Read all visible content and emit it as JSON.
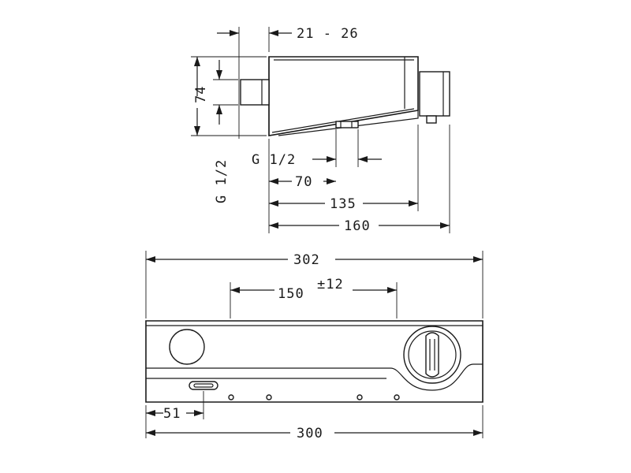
{
  "side_view": {
    "dim_21_26": "21 - 26",
    "dim_74": "74",
    "dim_g12_vertical": "G 1/2",
    "dim_g12_horizontal": "G 1/2",
    "dim_70": "70",
    "dim_135": "135",
    "dim_160": "160"
  },
  "front_view": {
    "dim_302": "302",
    "dim_150": "150",
    "dim_tolerance": "±12",
    "dim_51": "51",
    "dim_300": "300"
  }
}
